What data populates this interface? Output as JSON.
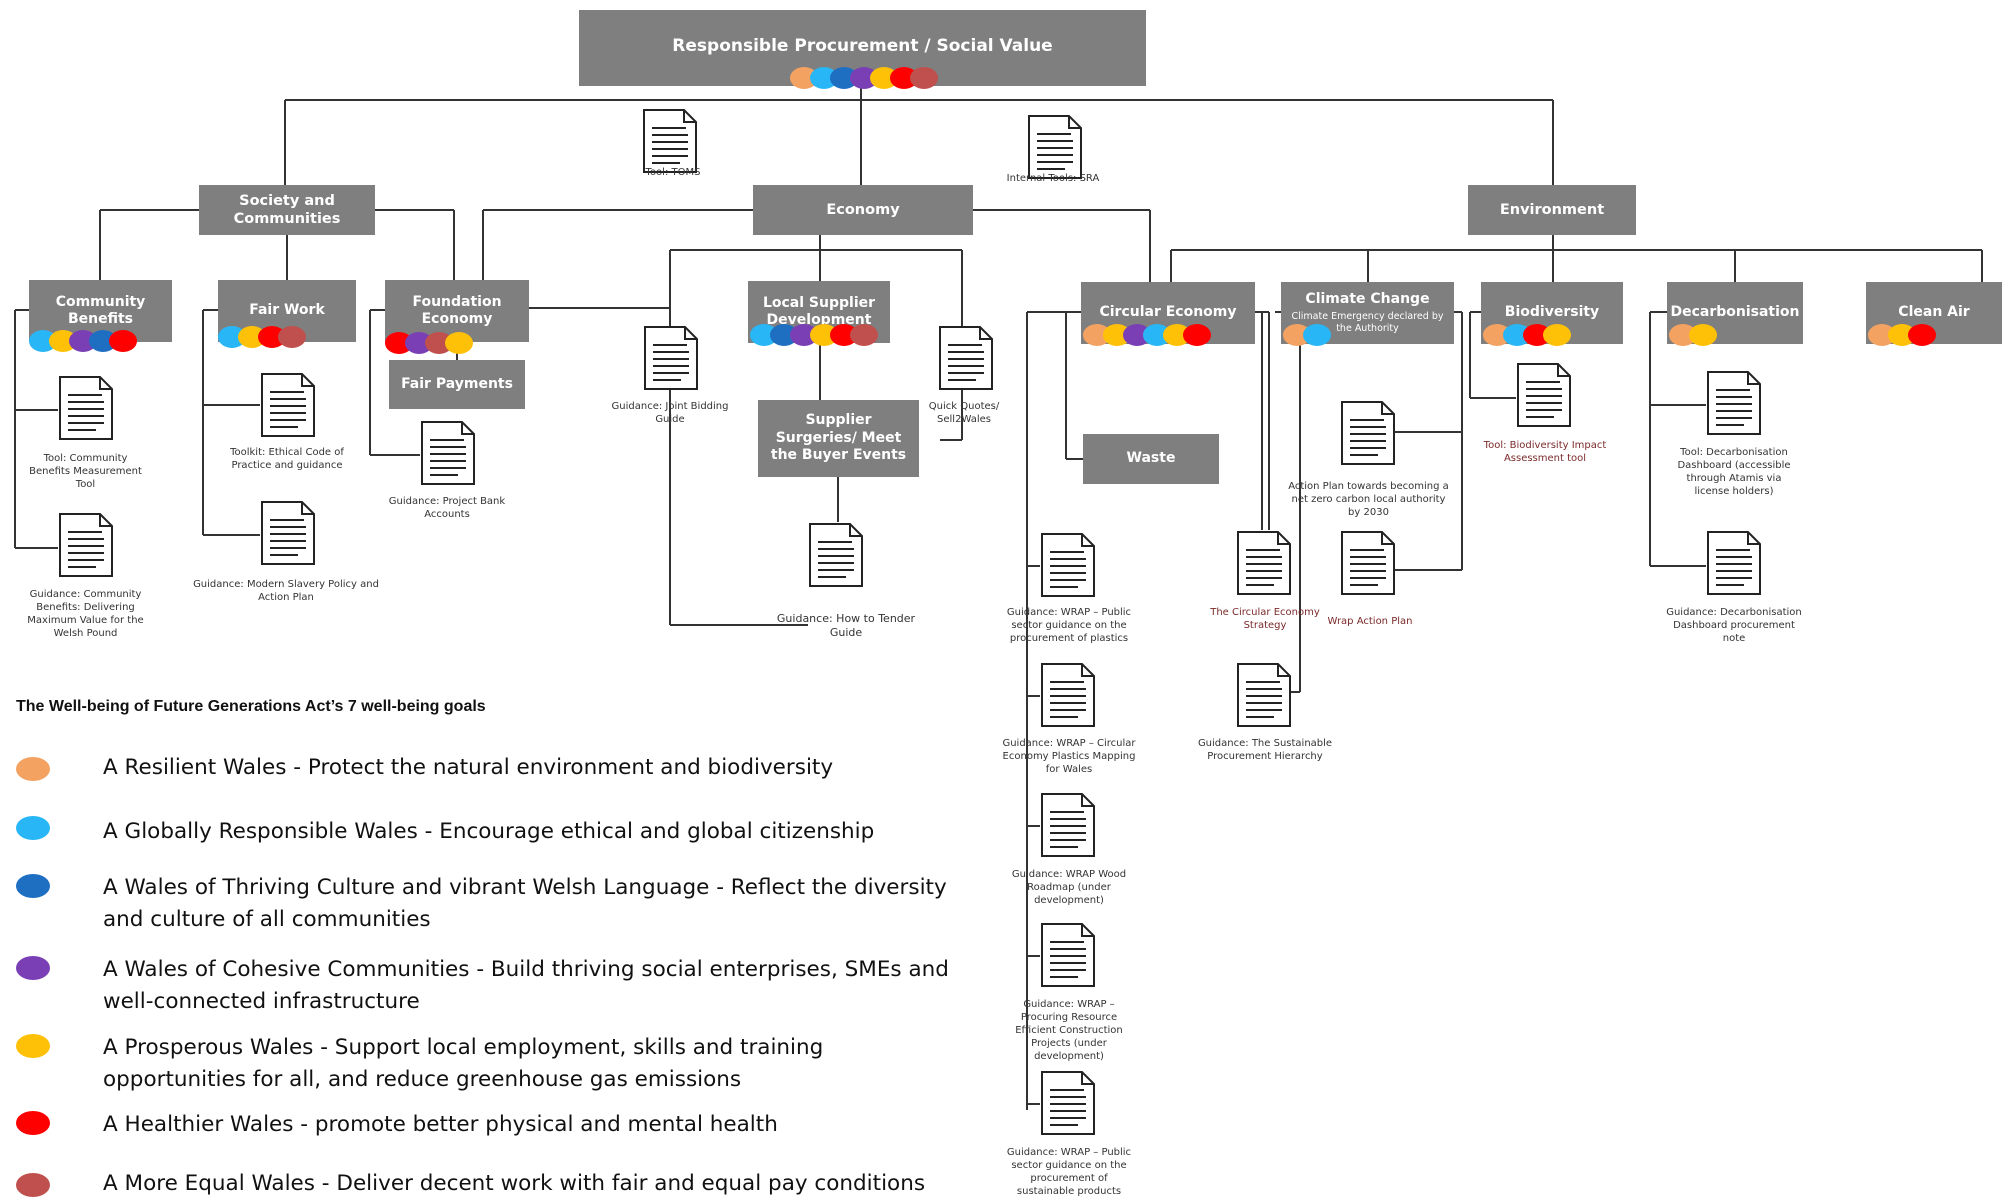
{
  "root": {
    "label": "Responsible Procurement / Social Value"
  },
  "pillars": {
    "society": "Society and Communities",
    "economy": "Economy",
    "environment": "Environment"
  },
  "nodes": {
    "community_benefits": "Community Benefits",
    "fair_work": "Fair Work",
    "foundation_economy": "Foundation Economy",
    "fair_payments": "Fair Payments",
    "local_supplier": "Local Supplier Development",
    "supplier_surgeries": "Supplier Surgeries/ Meet the Buyer Events",
    "circular_economy": "Circular Economy",
    "waste": "Waste",
    "climate_change": "Climate Change",
    "climate_change_sub": "Climate Emergency declared by the Authority",
    "biodiversity": "Biodiversity",
    "decarbonisation": "Decarbonisation",
    "clean_air": "Clean Air"
  },
  "documents": {
    "toms": "Tool: TOMS",
    "sra": "Internal Tools: SRA",
    "cb_tool": "Tool: Community Benefits Measurement Tool",
    "cb_guidance": "Guidance: Community Benefits: Delivering Maximum Value for the Welsh Pound",
    "fw_toolkit": "Toolkit: Ethical Code of Practice and guidance",
    "fw_slavery": "Guidance: Modern Slavery Policy and Action Plan",
    "project_bank": "Guidance: Project Bank Accounts",
    "joint_bidding": "Guidance: Joint Bidding Guide",
    "quick_quotes": "Quick Quotes/ Sell2Wales",
    "how_to_tender": "Guidance: How to Tender Guide",
    "wrap_plastics": "Guidance: WRAP – Public sector guidance on the procurement of plastics",
    "wrap_circular_plastics": "Guidance: WRAP – Circular Economy Plastics Mapping for Wales",
    "wrap_wood": "Guidance: WRAP Wood Roadmap (under development)",
    "wrap_construction": "Guidance: WRAP – Procuring Resource Efficient Construction Projects (under development)",
    "wrap_sustainable": "Guidance: WRAP – Public sector guidance on the procurement of sustainable products",
    "circular_strategy": "The Circular Economy Strategy",
    "sustainable_hierarchy": "Guidance: The Sustainable Procurement Hierarchy",
    "action_plan": "Action Plan towards becoming a net zero carbon local authority by 2030",
    "wrap_action_plan": "Wrap Action Plan",
    "biodiversity_tool": "Tool: Biodiversity Impact Assessment tool",
    "decarb_tool": "Tool: Decarbonisation Dashboard (accessible through Atamis via license holders)",
    "decarb_guidance": "Guidance: Decarbonisation Dashboard procurement note"
  },
  "colors": {
    "box_fill": "#7f7f7f",
    "resilient": "#f4a261",
    "globally_responsible": "#29b6f6",
    "culture": "#1e6fc2",
    "cohesive": "#7b3fb5",
    "prosperous": "#ffc107",
    "healthier": "#ff0000",
    "more_equal": "#c0504d"
  },
  "legend": {
    "title": "The Well-being of Future Generations Act’s 7 well-being goals",
    "items": [
      {
        "color": "#f4a261",
        "label": "A Resilient Wales - Protect the natural environment and biodiversity"
      },
      {
        "color": "#29b6f6",
        "label": "A Globally Responsible Wales - Encourage ethical and global citizenship"
      },
      {
        "color": "#1e6fc2",
        "label": "A Wales of Thriving Culture and vibrant Welsh Language - Reflect the diversity and culture of all communities"
      },
      {
        "color": "#7b3fb5",
        "label": "A Wales of Cohesive Communities - Build thriving social enterprises, SMEs and well-connected infrastructure"
      },
      {
        "color": "#ffc107",
        "label": "A Prosperous Wales - Support local employment, skills and training opportunities for all, and reduce greenhouse gas emissions"
      },
      {
        "color": "#ff0000",
        "label": "A Healthier Wales - promote better physical and mental health"
      },
      {
        "color": "#c0504d",
        "label": "A More Equal Wales -  Deliver decent work with fair and equal pay conditions"
      }
    ]
  }
}
